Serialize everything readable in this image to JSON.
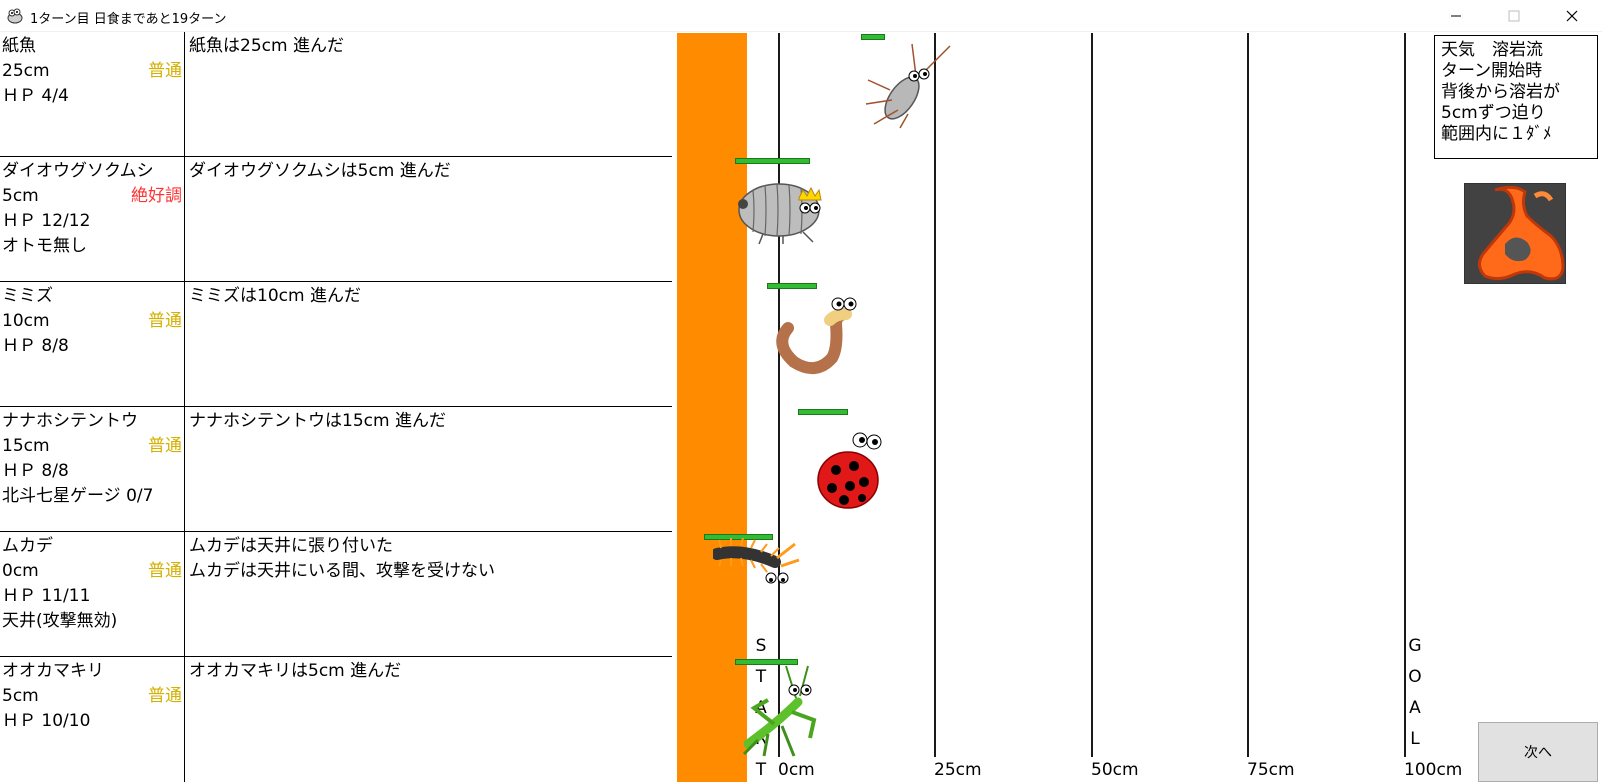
{
  "window": {
    "title": "1ターン目 日食まであと19ターン"
  },
  "colors": {
    "lava": "#ff8c00",
    "normal_condition": "#d4b000",
    "great_condition": "#ff3333",
    "hp_bar": "#33bb33"
  },
  "rows": [
    {
      "name": "紙魚",
      "distance": "25cm",
      "condition": "普通",
      "condition_type": "normal",
      "hp": "ＨＰ 4/4",
      "extra": "",
      "log": [
        "紙魚は25cm 進んだ"
      ]
    },
    {
      "name": "ダイオウグソクムシ",
      "distance": "5cm",
      "condition": "絶好調",
      "condition_type": "great",
      "hp": "ＨＰ 12/12",
      "extra": "オトモ無し",
      "log": [
        "ダイオウグソクムシは5cm 進んだ"
      ]
    },
    {
      "name": "ミミズ",
      "distance": "10cm",
      "condition": "普通",
      "condition_type": "normal",
      "hp": "ＨＰ 8/8",
      "extra": "",
      "log": [
        "ミミズは10cm 進んだ"
      ]
    },
    {
      "name": "ナナホシテントウ",
      "distance": "15cm",
      "condition": "普通",
      "condition_type": "normal",
      "hp": "ＨＰ 8/8",
      "extra": "北斗七星ゲージ 0/7",
      "log": [
        "ナナホシテントウは15cm 進んだ"
      ]
    },
    {
      "name": "ムカデ",
      "distance": "0cm",
      "condition": "普通",
      "condition_type": "normal",
      "hp": "ＨＰ 11/11",
      "extra": "天井(攻撃無効)",
      "log": [
        "ムカデは天井に張り付いた",
        "ムカデは天井にいる間、攻撃を受けない"
      ]
    },
    {
      "name": "オオカマキリ",
      "distance": "5cm",
      "condition": "普通",
      "condition_type": "normal",
      "hp": "ＨＰ 10/10",
      "extra": "",
      "log": [
        "オオカマキリは5cm 進んだ"
      ]
    }
  ],
  "track": {
    "ticks": [
      "0cm",
      "25cm",
      "50cm",
      "75cm",
      "100cm"
    ],
    "start_letters": [
      "S",
      "T",
      "A",
      "R",
      "T"
    ],
    "goal_letters": [
      "G",
      "O",
      "A",
      "L"
    ]
  },
  "weather": {
    "line1": "天気　溶岩流",
    "line2": "ターン開始時",
    "line3": "背後から溶岩が",
    "line4": "5cmずつ迫り",
    "line5": "範囲内に１ﾀﾞﾒ"
  },
  "next_button": "次へ"
}
